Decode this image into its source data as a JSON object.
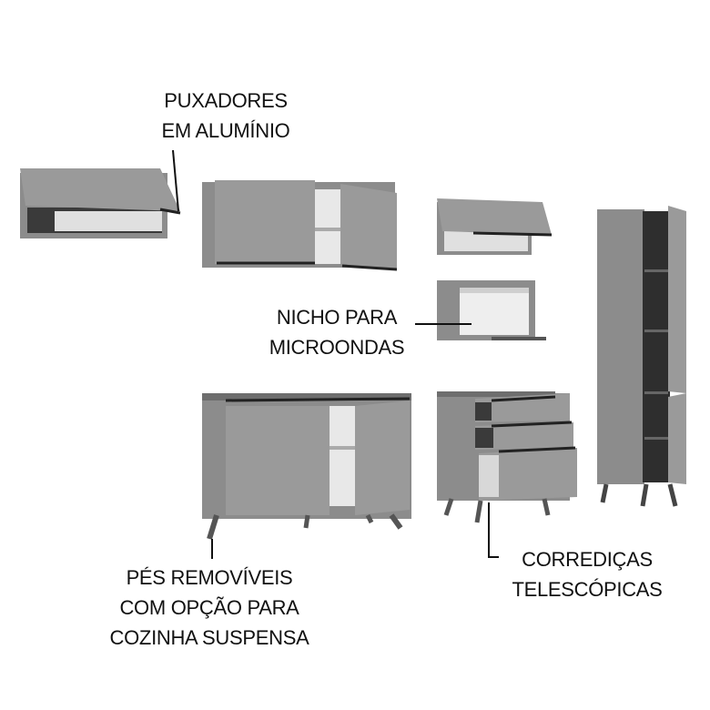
{
  "labels": {
    "handles": [
      "PUXADORES",
      "EM ALUMÍNIO"
    ],
    "microwave_niche": [
      "NICHO PARA",
      "MICROONDAS"
    ],
    "feet": [
      "PÉS REMOVÍVEIS",
      "COM OPÇÃO PARA",
      "COZINHA SUSPENSA"
    ],
    "slides": [
      "CORREDIÇAS",
      "TELESCÓPICAS"
    ]
  },
  "colors": {
    "cabinet_body": "#8c8c8c",
    "cabinet_door": "#9a9a9a",
    "interior_dark": "#3a3a3a",
    "interior_light": "#e8e8e8",
    "handle": "#2a2a2a",
    "text": "#111111"
  }
}
